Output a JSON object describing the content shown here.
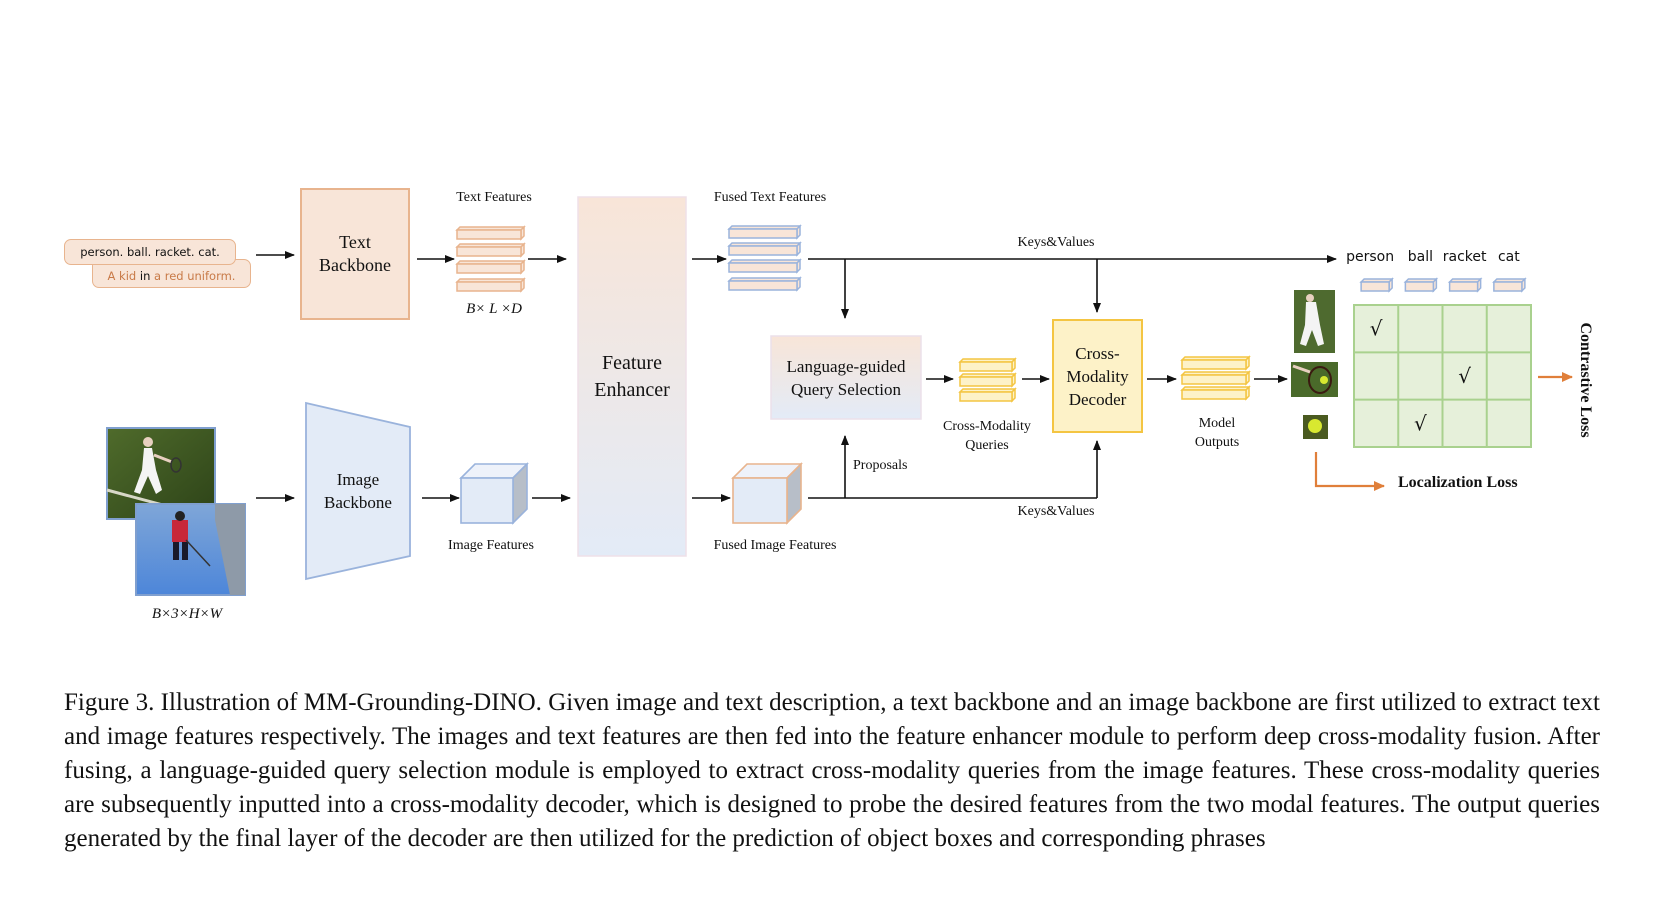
{
  "figure": {
    "text_input": {
      "prompt_1": "person. ball. racket. cat.",
      "prompt_2_parts": [
        {
          "text": "A kid",
          "highlight": true
        },
        {
          "text": " in ",
          "highlight": false
        },
        {
          "text": "a red uniform.",
          "highlight": true
        }
      ]
    },
    "text_backbone": {
      "line1": "Text",
      "line2": "Backbone"
    },
    "text_features": {
      "label": "Text Features",
      "shape": "B× L ×D"
    },
    "feature_enhancer": {
      "line1": "Feature",
      "line2": "Enhancer"
    },
    "fused_text_features": {
      "label": "Fused Text Features"
    },
    "keys_values_top": "Keys&Values",
    "keys_values_bottom": "Keys&Values",
    "query_selection": {
      "line1": "Language-guided",
      "line2": "Query Selection"
    },
    "cross_modality_queries": {
      "line1": "Cross-Modality",
      "line2": "Queries"
    },
    "decoder": {
      "line1": "Cross-",
      "line2": "Modality",
      "line3": "Decoder"
    },
    "model_outputs": {
      "line1": "Model",
      "line2": "Outputs"
    },
    "proposals": "Proposals",
    "image_input": {
      "shape": "B×3×H×W"
    },
    "image_backbone": {
      "line1": "Image",
      "line2": "Backbone"
    },
    "image_features": {
      "label": "Image Features"
    },
    "fused_image_features": {
      "label": "Fused Image Features"
    },
    "matching": {
      "words": [
        "person",
        "ball",
        "racket",
        "cat"
      ],
      "rows": [
        [
          "√",
          "",
          "",
          ""
        ],
        [
          "",
          "",
          "√",
          ""
        ],
        [
          "",
          "√",
          "",
          ""
        ]
      ]
    },
    "contrastive_loss": "Contrastive Loss",
    "localization_loss": "Localization Loss",
    "colors": {
      "text_orange": "#e8b48e",
      "text_fill": "#f8e5d8",
      "image_blue": "#9ab3dc",
      "image_fill": "#e3ebf7",
      "query_yellow": "#f4c542",
      "query_fill": "#fdf2c8",
      "grid_green": "#a9d18e",
      "grid_fill": "#e6f0da",
      "loss_arrow": "#e07f3a"
    }
  },
  "caption": "Figure 3. Illustration of MM-Grounding-DINO. Given image and text description, a text backbone and an image backbone are first utilized to extract text and image features respectively.  The images and text features are then fed into the feature enhancer module to perform deep cross-modality fusion.  After fusing, a language-guided query selection module is employed to extract cross-modality queries from the image features.  These cross-modality queries are subsequently inputted into a cross-modality decoder, which is designed to probe the desired features from the two modal features. The output queries generated by the final layer of the decoder are then utilized for the prediction of object boxes and corresponding phrases"
}
